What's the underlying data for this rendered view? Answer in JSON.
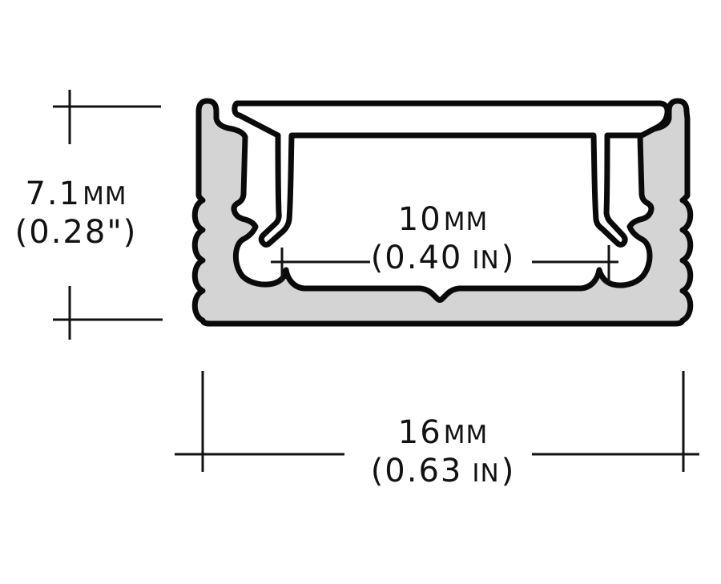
{
  "drawing": {
    "colors": {
      "background": "#ffffff",
      "outline": "#0a0a0a",
      "metal_fill": "#d4d4d4",
      "dimension": "#121212"
    },
    "labels": {
      "height": {
        "value": "7.1",
        "unit": "MM",
        "secondary": "(0.28\")"
      },
      "inner_width": {
        "value": "10",
        "unit": "MM",
        "secondary_value": "(0.40",
        "secondary_unit": "IN",
        "secondary_close": ")"
      },
      "outer_width": {
        "value": "16",
        "unit": "MM",
        "secondary_value": "(0.63",
        "secondary_unit": "IN",
        "secondary_close": ")"
      }
    }
  }
}
